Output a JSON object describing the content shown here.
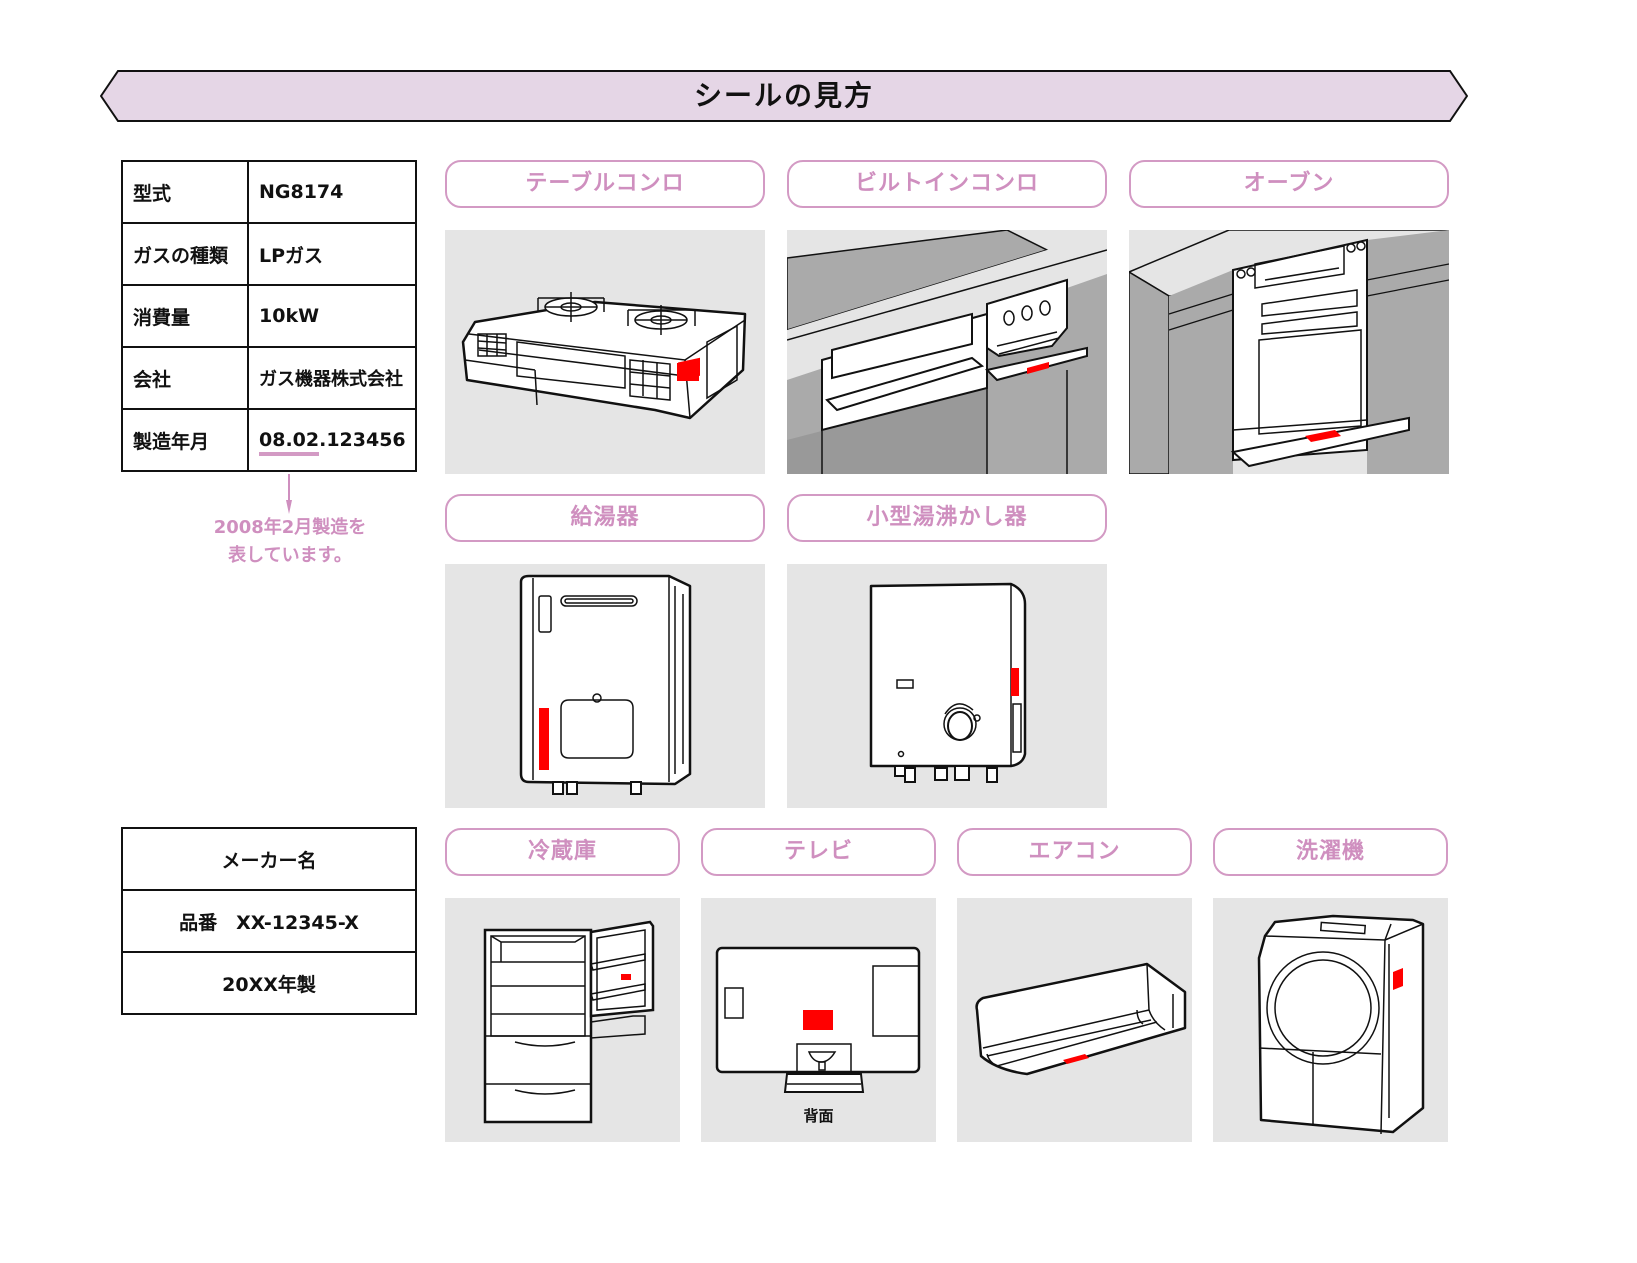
{
  "banner": {
    "title": "シールの見方"
  },
  "gas_spec_label": {
    "rows": [
      {
        "key": "型式",
        "value": "NG8174"
      },
      {
        "key": "ガスの種類",
        "value": "LPガス"
      },
      {
        "key": "消費量",
        "value": "10kW"
      },
      {
        "key": "会社",
        "value": "ガス機器株式会社"
      },
      {
        "key": "製造年月",
        "value_highlight": "08.02",
        "value_rest": ".123456"
      }
    ],
    "note_line1": "2008年2月製造を",
    "note_line2": "表しています。"
  },
  "appliance_label": {
    "rows": [
      "メーカー名",
      "品番　XX-12345-X",
      "20XX年製"
    ]
  },
  "appliances": [
    {
      "name": "テーブルコンロ",
      "icon": "gas-table-stove"
    },
    {
      "name": "ビルトインコンロ",
      "icon": "built-in-stove"
    },
    {
      "name": "オーブン",
      "icon": "built-in-oven"
    },
    {
      "name": "給湯器",
      "icon": "water-heater"
    },
    {
      "name": "小型湯沸かし器",
      "icon": "small-water-heater"
    },
    {
      "name": "冷蔵庫",
      "icon": "refrigerator"
    },
    {
      "name": "テレビ",
      "icon": "television",
      "caption": "背面"
    },
    {
      "name": "エアコン",
      "icon": "air-conditioner"
    },
    {
      "name": "洗濯機",
      "icon": "washing-machine"
    }
  ],
  "colors": {
    "accent_pink": "#cf8fbf",
    "banner_fill": "#e5d6e6",
    "sticker_red": "#ff0000",
    "panel_gray": "#e5e5e5"
  }
}
